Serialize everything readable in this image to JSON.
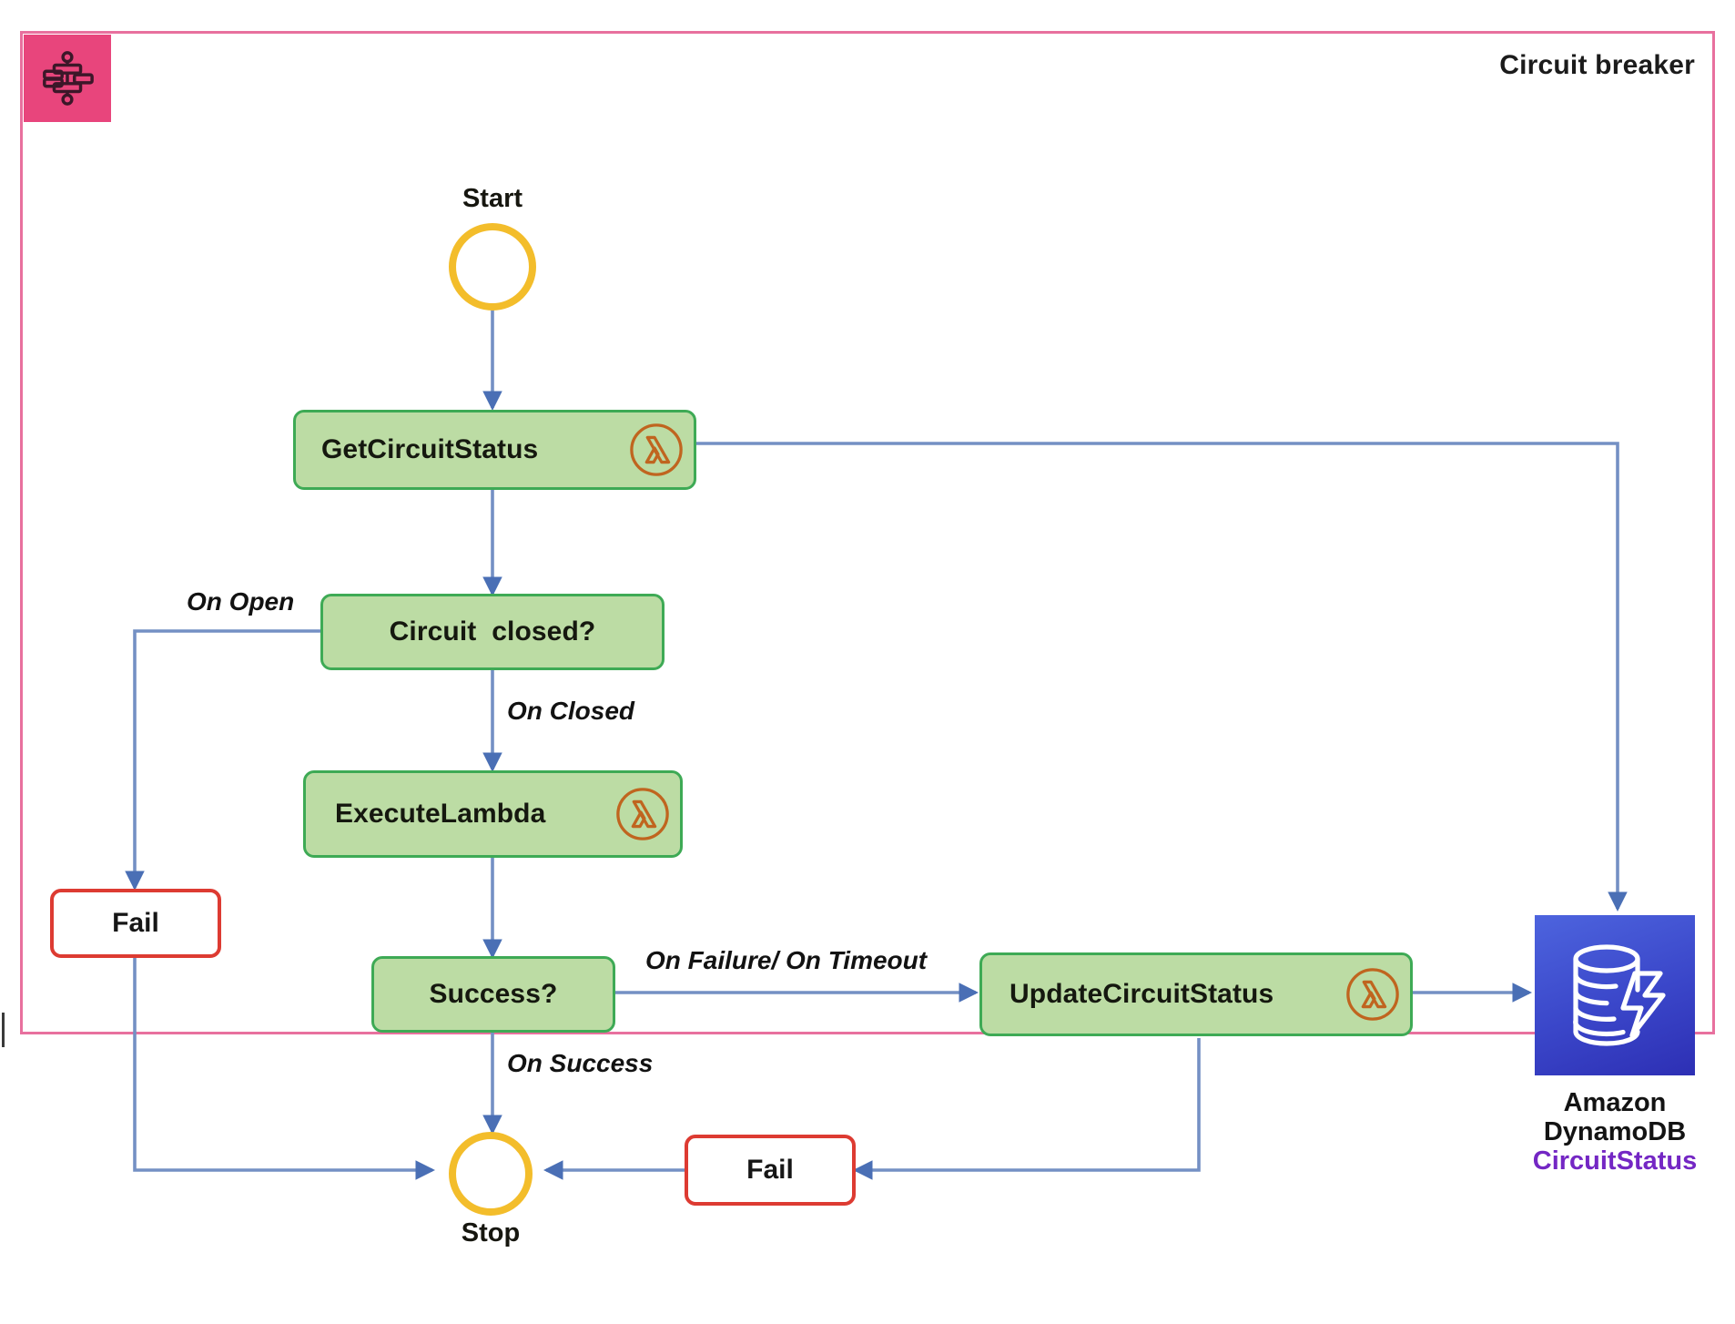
{
  "diagram": {
    "title": "Circuit breaker",
    "service_badge_icon": "step-functions-state-machine-icon",
    "accent_frame_color": "#e8709e",
    "state_fill_color": "#bcdca4",
    "state_border_color": "#3eaa55",
    "fail_border_color": "#dd3b32",
    "terminal_color": "#f3bd2b",
    "edge_color": "#4a6fb5",
    "table_name_color": "#7427c4"
  },
  "nodes": {
    "start": {
      "label": "Start",
      "type": "start-terminal",
      "icon": "circle-outline"
    },
    "get_circuit_status": {
      "label": "GetCircuitStatus",
      "type": "task",
      "icon": "aws-lambda-icon"
    },
    "circuit_closed": {
      "label": "Circuit  closed?",
      "type": "choice"
    },
    "execute_lambda": {
      "label": "ExecuteLambda",
      "type": "task",
      "icon": "aws-lambda-icon"
    },
    "success": {
      "label": "Success?",
      "type": "choice"
    },
    "update_circuit_status": {
      "label": "UpdateCircuitStatus",
      "type": "task",
      "icon": "aws-lambda-icon"
    },
    "fail_open": {
      "label": "Fail",
      "type": "fail"
    },
    "fail_after_update": {
      "label": "Fail",
      "type": "fail"
    },
    "stop": {
      "label": "Stop",
      "type": "end-terminal",
      "icon": "circle-outline"
    }
  },
  "edge_labels": {
    "on_open": "On Open",
    "on_closed": "On Closed",
    "on_failure_timeout": "On Failure/ On Timeout",
    "on_success": "On Success"
  },
  "resources": {
    "dynamodb": {
      "icon": "amazon-dynamodb-icon",
      "line1": "Amazon",
      "line2": "DynamoDB",
      "table": "CircuitStatus"
    }
  }
}
